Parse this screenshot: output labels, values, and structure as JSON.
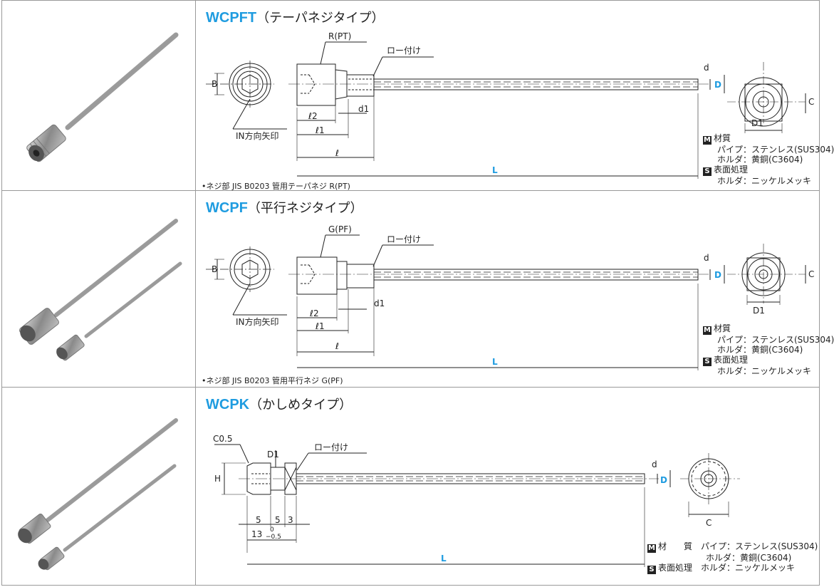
{
  "accent_color": "#1f9ce0",
  "sections": [
    {
      "code": "WCPFT",
      "subtitle": "（テーパネジタイプ）",
      "thread_label": "R(PT)",
      "braze_label": "ロー付け",
      "arrow_label": "IN方向矢印",
      "dims": {
        "B": "B",
        "l2": "ℓ2",
        "l1": "ℓ1",
        "l": "ℓ",
        "d1": "d1",
        "L": "L",
        "d": "d",
        "D": "D",
        "C": "C",
        "D1": "D1"
      },
      "note": "•ネジ部 JIS B0203 管用テーパネジ R(PT)",
      "material_title": "材質",
      "pipe_line": "パイプ：ステンレス(SUS304)",
      "holder_line": "ホルダ：黄銅(C3604)",
      "surface_title": "表面処理",
      "surface_line": "ホルダ：ニッケルメッキ"
    },
    {
      "code": "WCPF",
      "subtitle": "（平行ネジタイプ）",
      "thread_label": "G(PF)",
      "braze_label": "ロー付け",
      "arrow_label": "IN方向矢印",
      "dims": {
        "B": "B",
        "l2": "ℓ2",
        "l1": "ℓ1",
        "l": "ℓ",
        "d1": "d1",
        "L": "L",
        "d": "d",
        "D": "D",
        "C": "C",
        "D1": "D1"
      },
      "note": "•ネジ部 JIS B0203 管用平行ネジ G(PF)",
      "material_title": "材質",
      "pipe_line": "パイプ：ステンレス(SUS304)",
      "holder_line": "ホルダ：黄銅(C3604)",
      "surface_title": "表面処理",
      "surface_line": "ホルダ：ニッケルメッキ"
    },
    {
      "code": "WCPK",
      "subtitle": "（かしめタイプ）",
      "chamfer_label": "C0.5",
      "braze_label": "ロー付け",
      "dims": {
        "H": "H",
        "D1": "D1",
        "w1": "5",
        "w2": "5",
        "w3": "3",
        "total": "13",
        "tol_upper": "0",
        "tol_lower": "−0.5",
        "L": "L",
        "d": "d",
        "D": "D",
        "C": "C"
      },
      "material_title": "材　　質",
      "pipe_line": "パイプ：ステンレス(SUS304)",
      "holder_line": "ホルダ：黄銅(C3604)",
      "surface_title": "表面処理",
      "surface_line": "ホルダ：ニッケルメッキ"
    }
  ]
}
